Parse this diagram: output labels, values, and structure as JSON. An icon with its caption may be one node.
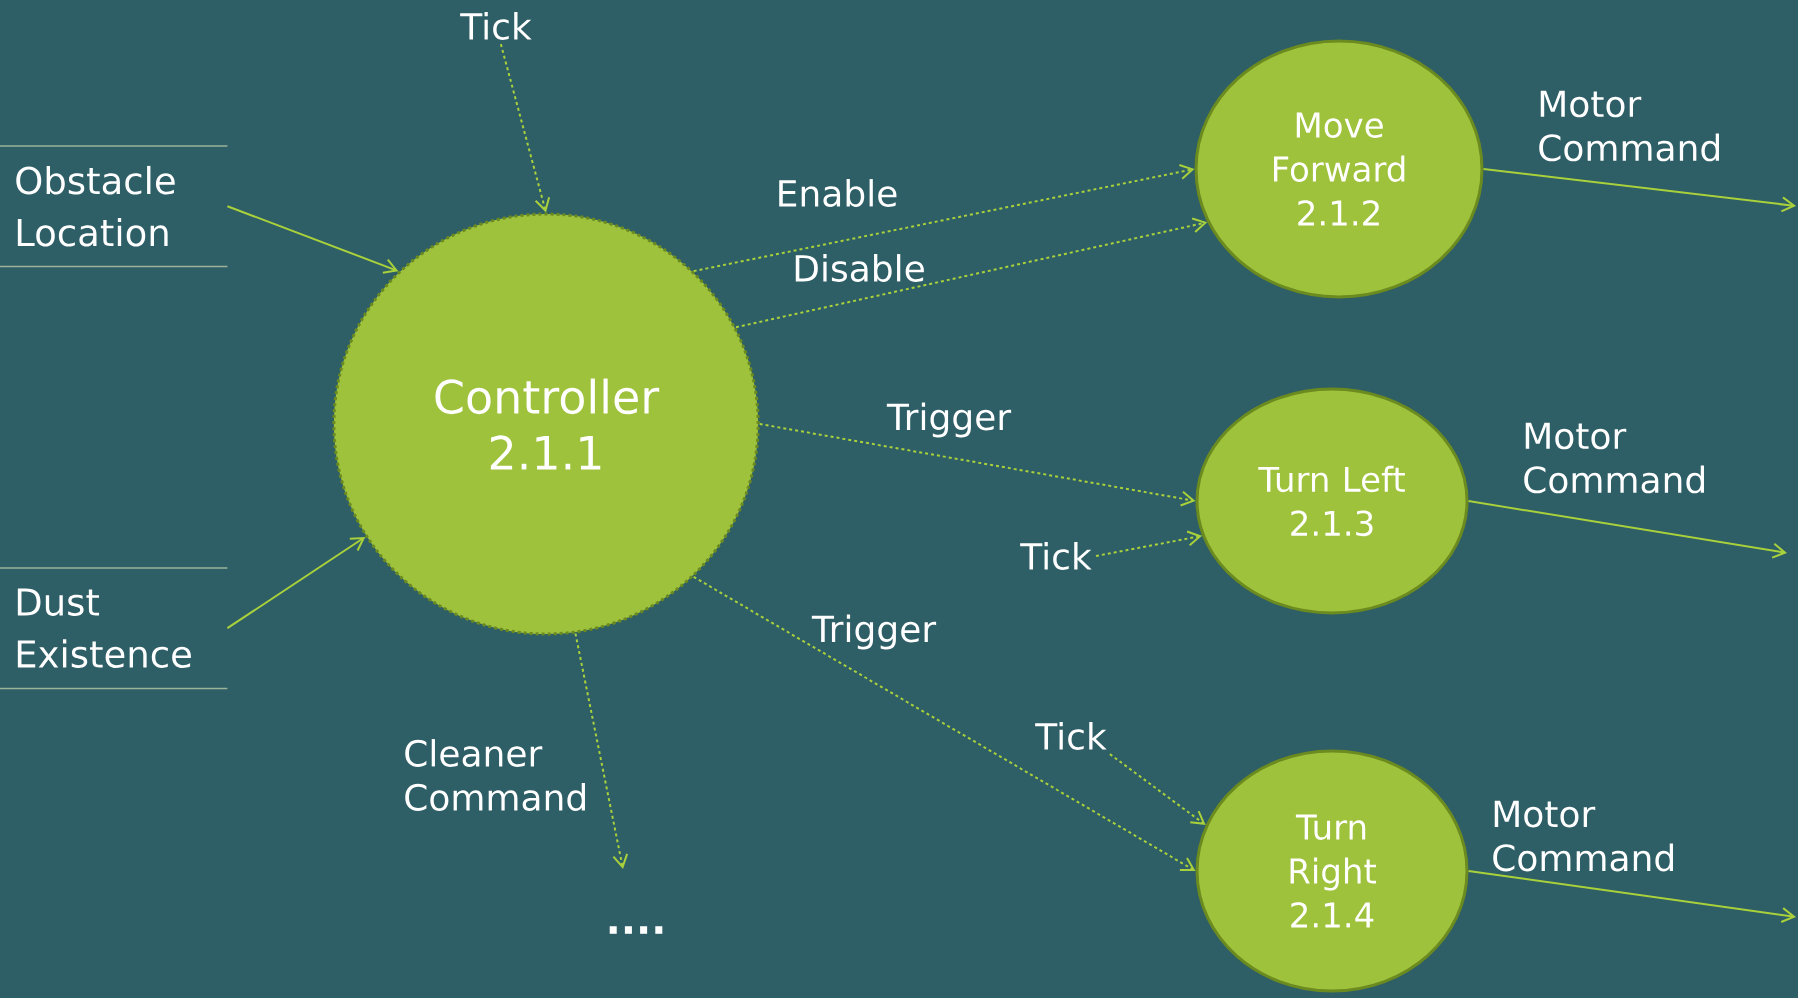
{
  "diagram": {
    "nodes": [
      {
        "text": [
          "Controller 2.1.1"
        ]
      },
      {
        "text": [
          "Move Forward 2.1.2"
        ]
      },
      {
        "text": [
          "Turn Left 2.1.3"
        ]
      },
      {
        "text": [
          "Turn Right 2.1.4"
        ]
      },
      {
        "text": [
          "Obstacle Location"
        ]
      },
      {
        "text": [
          "Dust Existence"
        ]
      },
      {
        "text": [
          "Tick"
        ]
      },
      {
        "text": [
          "Tick"
        ]
      },
      {
        "text": [
          "Tick"
        ]
      }
    ],
    "edges": [
      {
        "from": 6,
        "to": 0,
        "arrow": "to",
        "style": "dashed"
      },
      {
        "from": 4,
        "to": 0,
        "arrow": "to"
      },
      {
        "from": 5,
        "to": 0,
        "arrow": "to"
      },
      {
        "from": 0,
        "to": 1,
        "arrow": "to",
        "style": "dashed",
        "label": "Enable"
      },
      {
        "from": 0,
        "to": 1,
        "arrow": "to",
        "style": "dashed",
        "label": "Disable"
      },
      {
        "from": 0,
        "to": 2,
        "arrow": "to",
        "style": "dashed",
        "label": "Trigger"
      },
      {
        "from": 7,
        "to": 2,
        "arrow": "to",
        "style": "dashed"
      },
      {
        "from": 0,
        "to": 3,
        "arrow": "to",
        "style": "dashed",
        "label": "Trigger"
      },
      {
        "from": 8,
        "to": 3,
        "arrow": "to",
        "style": "dashed"
      },
      {
        "from": 0,
        "to": null,
        "arrow": "to",
        "style": "dashed",
        "label": "Cleaner Command"
      },
      {
        "from": 1,
        "to": null,
        "arrow": "to",
        "label": "Motor Command"
      },
      {
        "from": 2,
        "to": null,
        "arrow": "to",
        "label": "Motor Command"
      },
      {
        "from": 3,
        "to": null,
        "arrow": "to",
        "label": "Motor Command"
      }
    ],
    "labels": [
      "...."
    ]
  }
}
